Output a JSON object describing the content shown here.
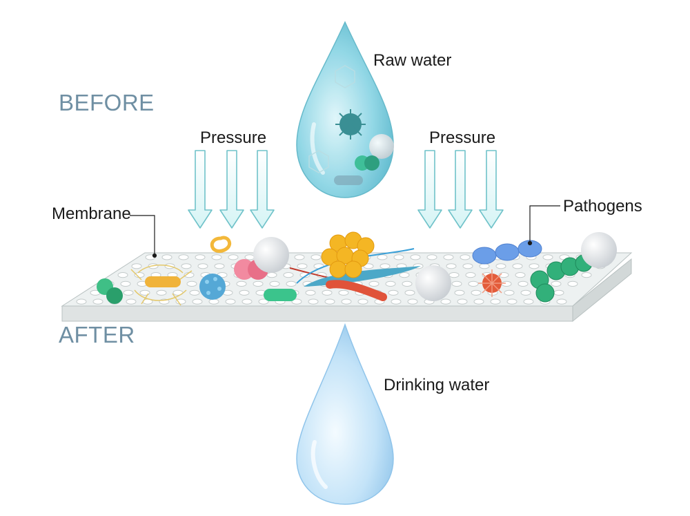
{
  "labels": {
    "before": "BEFORE",
    "after": "AFTER",
    "raw_water": "Raw water",
    "drinking_water": "Drinking water",
    "pressure_left": "Pressure",
    "pressure_right": "Pressure",
    "membrane": "Membrane",
    "pathogens": "Pathogens"
  },
  "colors": {
    "raw_water_drop": "#7fd3e3",
    "drinking_water_drop": "#bfe2f7",
    "pressure_arrow_fill": "#eafbfb",
    "pressure_arrow_stroke": "#6fc2c9",
    "membrane_top": "#e9eeee",
    "stage_text": "#6f8fa3"
  },
  "icons": [
    "water-drop-icon",
    "down-arrow-icon",
    "virus-icon",
    "bacteria-icon",
    "membrane-pore-icon"
  ]
}
